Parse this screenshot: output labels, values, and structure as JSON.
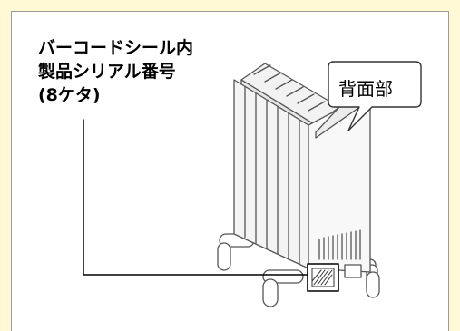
{
  "label": {
    "line1": "バーコードシール内",
    "line2": "製品シリアル番号",
    "line3": "(8ケタ)"
  },
  "callout": {
    "text": "背面部"
  }
}
